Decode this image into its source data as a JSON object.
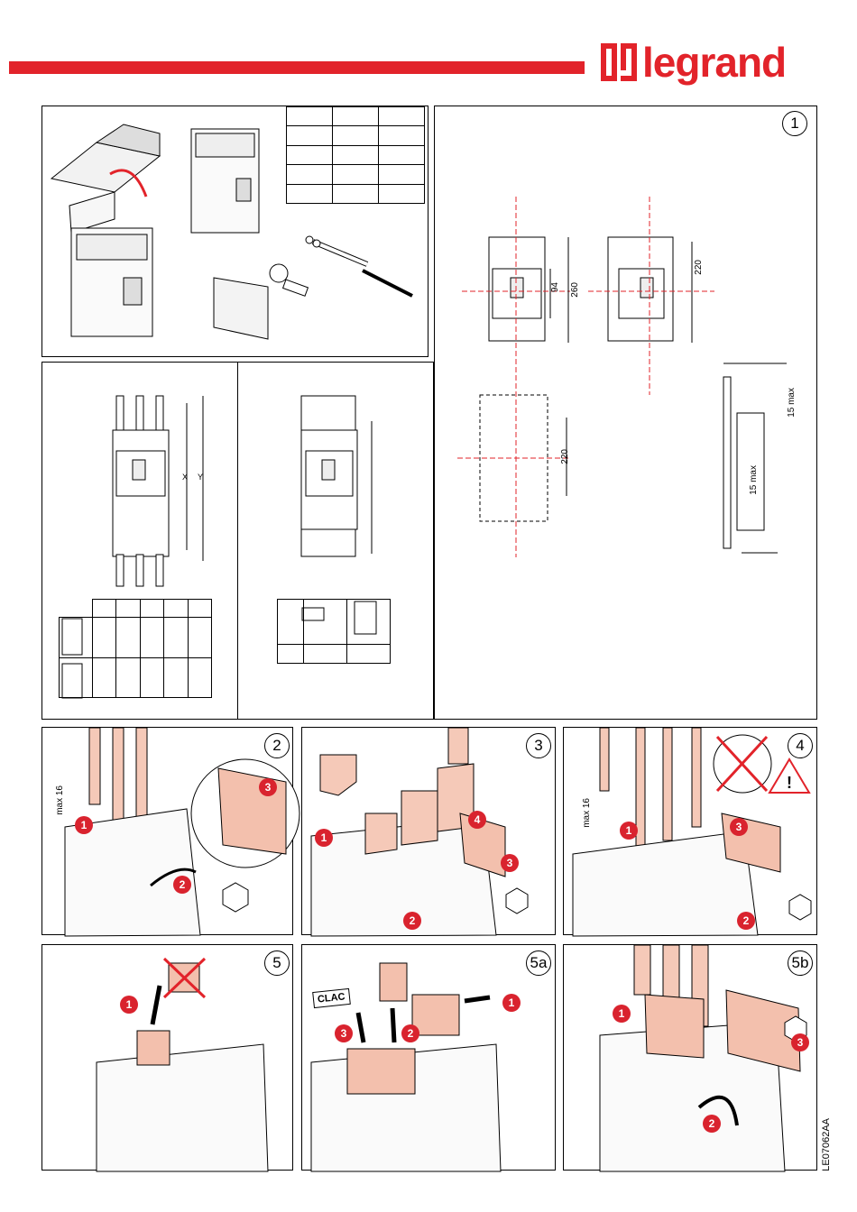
{
  "header": {
    "brand": "legrand",
    "accent_color": "#e2232a"
  },
  "steps": {
    "s1": "1",
    "s2": "2",
    "s3": "3",
    "s4": "4",
    "s5": "5",
    "s5a": "5a",
    "s5b": "5b"
  },
  "dimensions": {
    "d94": "94",
    "d260": "260",
    "d220a": "220",
    "d220b": "220",
    "d15a": "15 max",
    "d15b": "15 max",
    "x": "X",
    "y": "Y",
    "max16a": "max 16",
    "max16b": "max 16"
  },
  "markers": {
    "n1": "1",
    "n2": "2",
    "n3": "3",
    "n4": "4"
  },
  "clac": "CLAC",
  "reference": "LE07062AA"
}
